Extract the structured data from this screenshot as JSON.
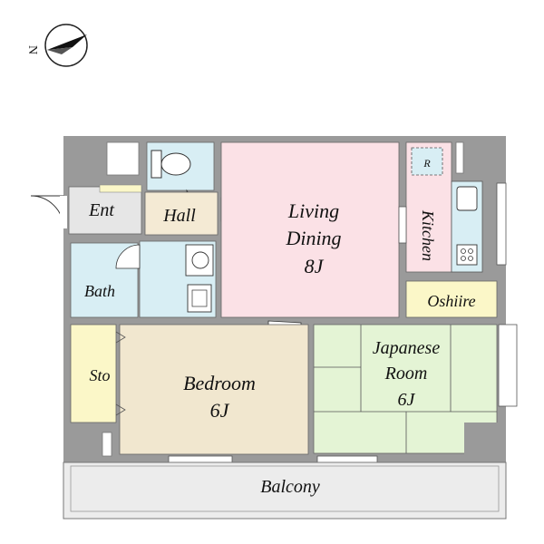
{
  "compass": {
    "north_label": "N"
  },
  "rooms": {
    "ent": "Ent",
    "hall": "Hall",
    "bath": "Bath",
    "living_line1": "Living",
    "living_line2": "Dining",
    "living_size": "8J",
    "kitchen": "Kitchen",
    "fridge": "R",
    "oshiire": "Oshiire",
    "japanese_line1": "Japanese",
    "japanese_line2": "Room",
    "japanese_size": "6J",
    "bedroom": "Bedroom",
    "bedroom_size": "6J",
    "storage": "Sto",
    "balcony": "Balcony"
  },
  "colors": {
    "wall": "#9a9a9a",
    "living": "#fbe1e6",
    "wet_area": "#d8eef4",
    "hall": "#f4ead4",
    "entrance": "#e6e6e6",
    "bedroom": "#f1e7cf",
    "japanese": "#e4f4d5",
    "oshiire": "#fbf7c8",
    "storage": "#fbf7c8",
    "balcony": "#ececec"
  }
}
